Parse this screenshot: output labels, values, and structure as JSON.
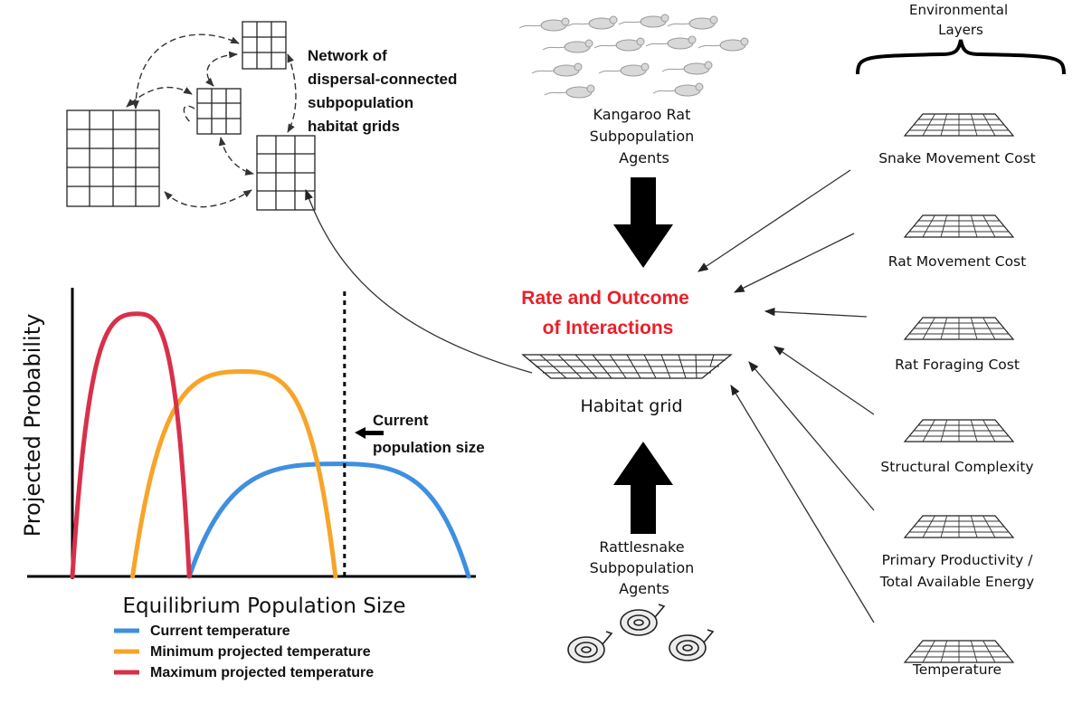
{
  "network_label": [
    "Network of",
    "dispersal-connected",
    "subpopulation",
    "habitat grids"
  ],
  "kangaroo_label": [
    "Kangaroo Rat",
    "Subpopulation",
    "Agents"
  ],
  "rattlesnake_label": [
    "Rattlesnake",
    "Subpopulation",
    "Agents"
  ],
  "center_label": [
    "Rate and Outcome",
    "of Interactions"
  ],
  "habitat_label": "Habitat grid",
  "env_header": [
    "Environmental",
    "Layers"
  ],
  "env_layers": [
    [
      "Snake Movement Cost"
    ],
    [
      "Rat Movement Cost"
    ],
    [
      "Rat Foraging Cost"
    ],
    [
      "Structural Complexity"
    ],
    [
      "Primary Productivity /",
      "Total Available Energy"
    ],
    [
      "Temperature"
    ]
  ],
  "current_pop_label": [
    "Current",
    "population size"
  ],
  "colors": {
    "red_text": "#e8202a",
    "blue": "#3f8fe0",
    "orange": "#f7a42a",
    "red": "#d9304a"
  },
  "chart_data": {
    "type": "line",
    "xlabel": "Equilibrium Population Size",
    "ylabel": "Projected Probability",
    "legend_position": "bottom",
    "series": [
      {
        "name": "Current temperature",
        "color": "#3f8fe0",
        "start": 0.295,
        "peak": 0.668,
        "end": 1.0,
        "peak_value": 0.39
      },
      {
        "name": "Minimum projected temperature",
        "color": "#f7a42a",
        "start": 0.152,
        "peak": 0.431,
        "end": 0.664,
        "peak_value": 0.71
      },
      {
        "name": "Maximum projected temperature",
        "color": "#d9304a",
        "start": 0.0,
        "peak": 0.164,
        "end": 0.295,
        "peak_value": 0.91
      }
    ],
    "current_population_x": 0.664
  }
}
